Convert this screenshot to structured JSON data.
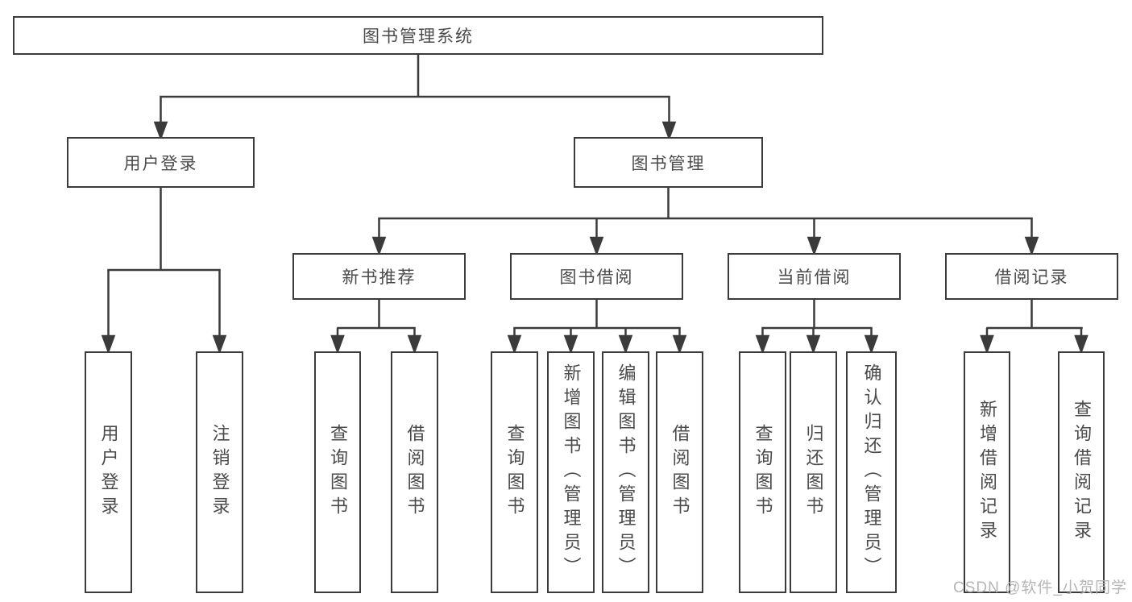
{
  "colors": {
    "line": "#3b3b3b",
    "box_border": "#3b3b3b",
    "box_fill": "#ffffff",
    "text": "#4a4a4a",
    "watermark": "#b5b5b5"
  },
  "tree": {
    "root": {
      "label": "图书管理系统"
    },
    "user_login": {
      "label": "用户登录",
      "children": {
        "login": {
          "label": "用户登录"
        },
        "logout": {
          "label": "注销登录"
        }
      }
    },
    "book_mgmt": {
      "label": "图书管理",
      "sections": {
        "new_book": {
          "label": "新书推荐",
          "children": {
            "query": {
              "label": "查询图书"
            },
            "borrow": {
              "label": "借阅图书"
            }
          }
        },
        "book_borrow": {
          "label": "图书借阅",
          "children": {
            "query": {
              "label": "查询图书"
            },
            "add": {
              "label": "新增图书（管理员）"
            },
            "edit": {
              "label": "编辑图书（管理员）"
            },
            "borrow": {
              "label": "借阅图书"
            }
          }
        },
        "current_borrow": {
          "label": "当前借阅",
          "children": {
            "query": {
              "label": "查询图书"
            },
            "return": {
              "label": "归还图书"
            },
            "confirm": {
              "label": "确认归还（管理员）"
            }
          }
        },
        "borrow_record": {
          "label": "借阅记录",
          "children": {
            "add": {
              "label": "新增借阅记录"
            },
            "query": {
              "label": "查询借阅记录"
            }
          }
        }
      }
    }
  },
  "watermark": {
    "text": "CSDN @软件_小贺同学"
  }
}
